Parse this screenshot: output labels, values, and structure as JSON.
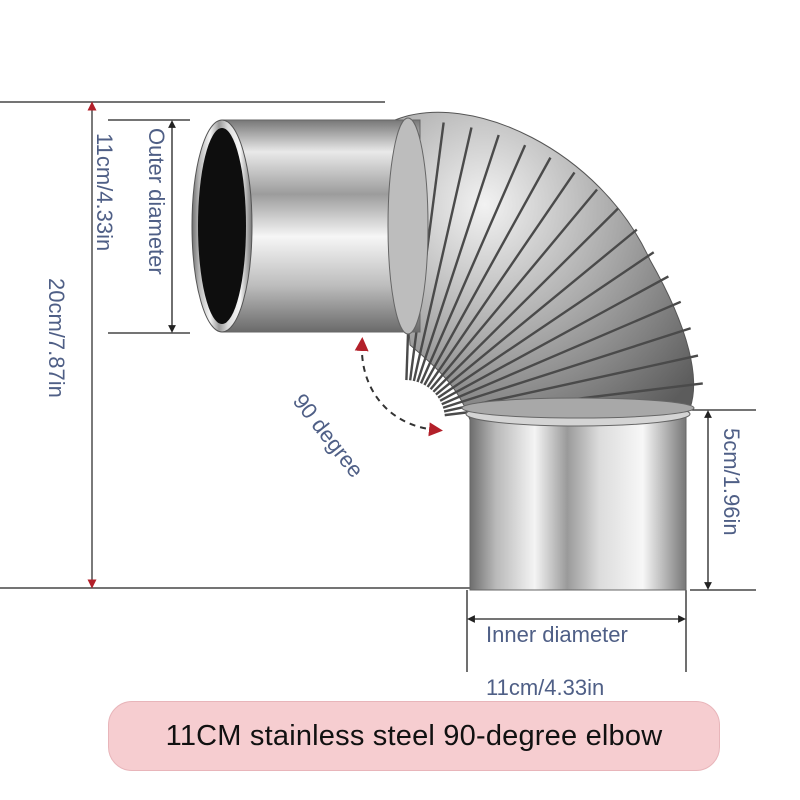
{
  "labels": {
    "outer_diameter": "Outer diameter",
    "outer_size": "11cm/4.33in",
    "total_height": "20cm/7.87in",
    "angle": "90 degree",
    "collar_height": "5cm/1.96in",
    "inner_diameter": "Inner diameter",
    "inner_size": "11cm/4.33in"
  },
  "banner": {
    "text": "11CM stainless steel 90-degree elbow"
  },
  "colors": {
    "label_text": "#4f5f86",
    "banner_fill": "#f6cdd0",
    "arrow_red": "#b3202a"
  },
  "icons": {
    "product": "stainless-steel-elbow-pipe"
  }
}
